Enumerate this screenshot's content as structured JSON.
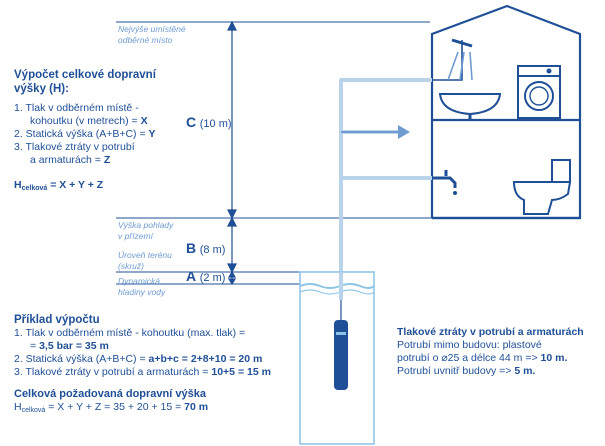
{
  "labels": {
    "nejvyse_1": "Nejvýše umístěné",
    "nejvyse_2": "odběrné místo",
    "vyska_1": "Výška pohlady",
    "vyska_2": "v přízemí",
    "teren_1": "Úroveň terénu",
    "teren_2": "(skruž)",
    "dynam_1": "Dynamická",
    "dynam_2": "hladiny vody"
  },
  "dimensions": {
    "c_letter": "C",
    "c_value": "(10 m)",
    "b_letter": "B",
    "b_value": "(8 m)",
    "a_letter": "A",
    "a_value": "(2 m)"
  },
  "calc": {
    "title_1": "Výpočet celkové dopravní",
    "title_2": "výšky (H):",
    "item1_a": "1. Tlak v odběrném místě -",
    "item1_b": "kohoutku (v metrech) =",
    "item1_var": "X",
    "item2": "2. Statická výška (A+B+C) =",
    "item2_var": "Y",
    "item3_a": "3. Tlakové ztráty v potrubí",
    "item3_b": "a armaturách =",
    "item3_var": "Z",
    "formula_h": "H",
    "formula_sub": "celková",
    "formula_rest": " = X + Y + Z"
  },
  "example": {
    "title": "Příklad výpočtu",
    "l1": "1. Tlak v odběrném místě - kohoutku (max. tlak) =",
    "l1b_eq": "=",
    "l1b_val": "3,5 bar = 35 m",
    "l2": "2. Statická výška (A+B+C) =",
    "l2_val": "a+b+c = 2+8+10 = 20 m",
    "l3": "3. Tlakové ztráty v potrubí a armaturách =",
    "l3_val": "10+5 = 15 m",
    "total_title": "Celková požadovaná dopravní výška",
    "total_h": "H",
    "total_sub": "celková",
    "total_eq": " = X + Y + Z = 35 + 20 + 15 = ",
    "total_val": "70 m"
  },
  "losses": {
    "title": "Tlakové ztráty v potrubí a armaturách",
    "l1": "Potrubí mimo budovu: plastové",
    "l2": "potrubí o ⌀25 a délce 44 m =>",
    "l2_val": "10 m.",
    "l3": "Potrubí uvnitř budovy =>",
    "l3_val": "5 m."
  },
  "colors": {
    "dark_blue": "#1f4f96",
    "light_blue": "#6f9bd1",
    "pipe": "#b9d3ea",
    "well": "#8fc6e8"
  }
}
